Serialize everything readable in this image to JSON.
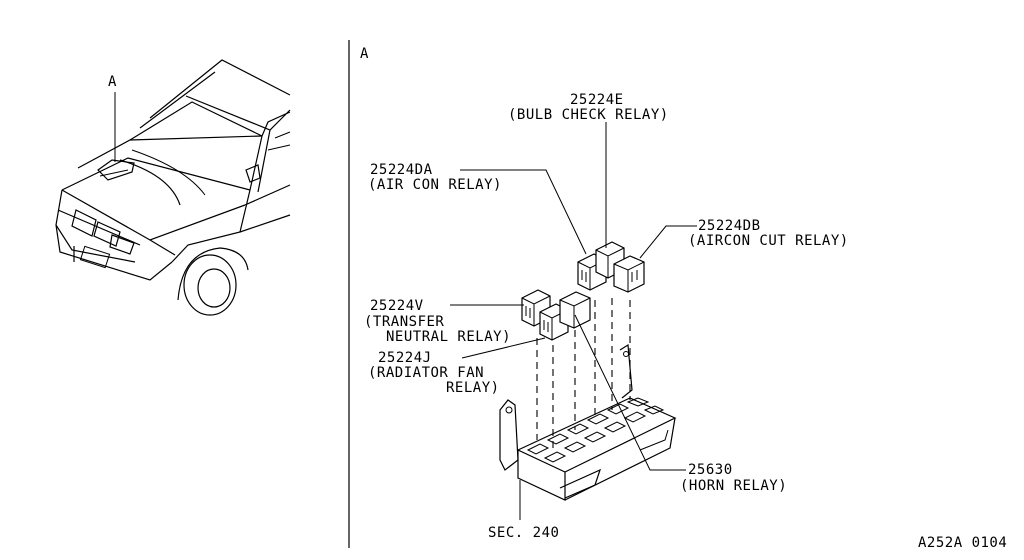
{
  "view_a_label": "A",
  "vehicle_callout": "A",
  "parts": [
    {
      "number": "25224E",
      "name": "(BULB CHECK RELAY)"
    },
    {
      "number": "25224DA",
      "name": "(AIR CON RELAY)"
    },
    {
      "number": "25224DB",
      "name": "(AIRCON CUT RELAY)"
    },
    {
      "number": "25224V",
      "name": "(TRANSFER",
      "name2": "NEUTRAL RELAY)"
    },
    {
      "number": "25224J",
      "name": "(RADIATOR FAN",
      "name2": "RELAY)"
    },
    {
      "number": "25630",
      "name": "(HORN RELAY)"
    }
  ],
  "section_ref": "SEC. 240",
  "diagram_code": "A252A 0104"
}
